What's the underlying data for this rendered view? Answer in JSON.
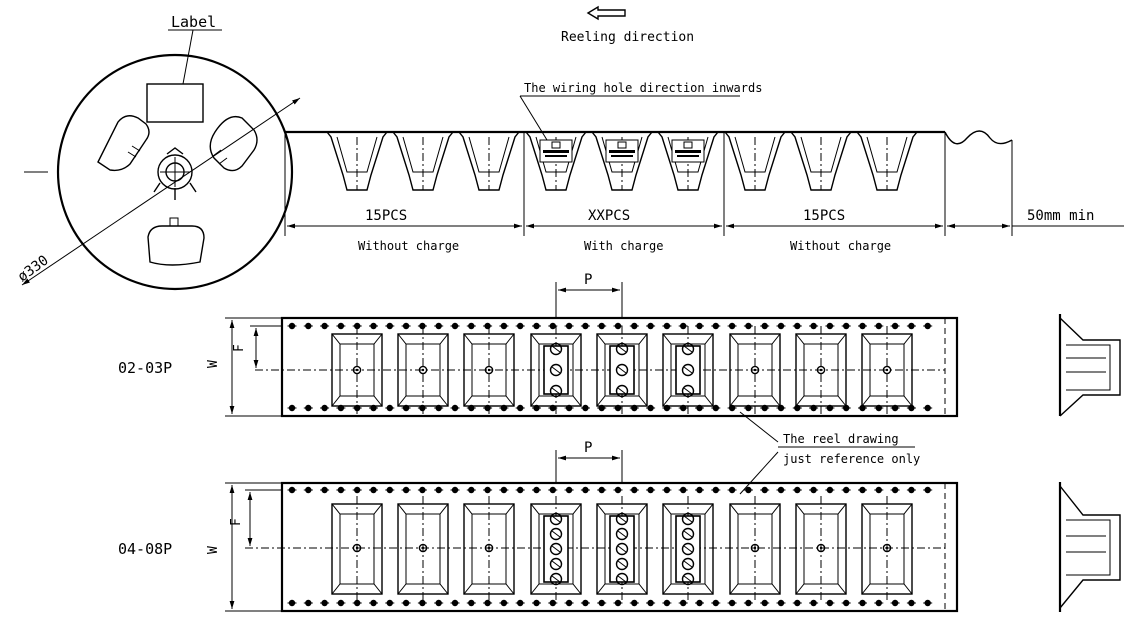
{
  "reel": {
    "label": "Label",
    "diameter": "ø330"
  },
  "reeling": {
    "text": "Reeling direction"
  },
  "notes": {
    "wiring": "The wiring hole direction inwards",
    "reel_drawing_line1": "The reel drawing",
    "reel_drawing_line2": "just reference only"
  },
  "sections": [
    {
      "qty": "15PCS",
      "desc": "Without charge"
    },
    {
      "qty": "XXPCS",
      "desc": "With charge"
    },
    {
      "qty": "15PCS",
      "desc": "Without charge"
    }
  ],
  "leader": {
    "length": "50mm min"
  },
  "strips": [
    {
      "model": "02-03P",
      "w": "W",
      "f": "F",
      "p": "P"
    },
    {
      "model": "04-08P",
      "w": "W",
      "f": "F",
      "p": "P"
    }
  ]
}
